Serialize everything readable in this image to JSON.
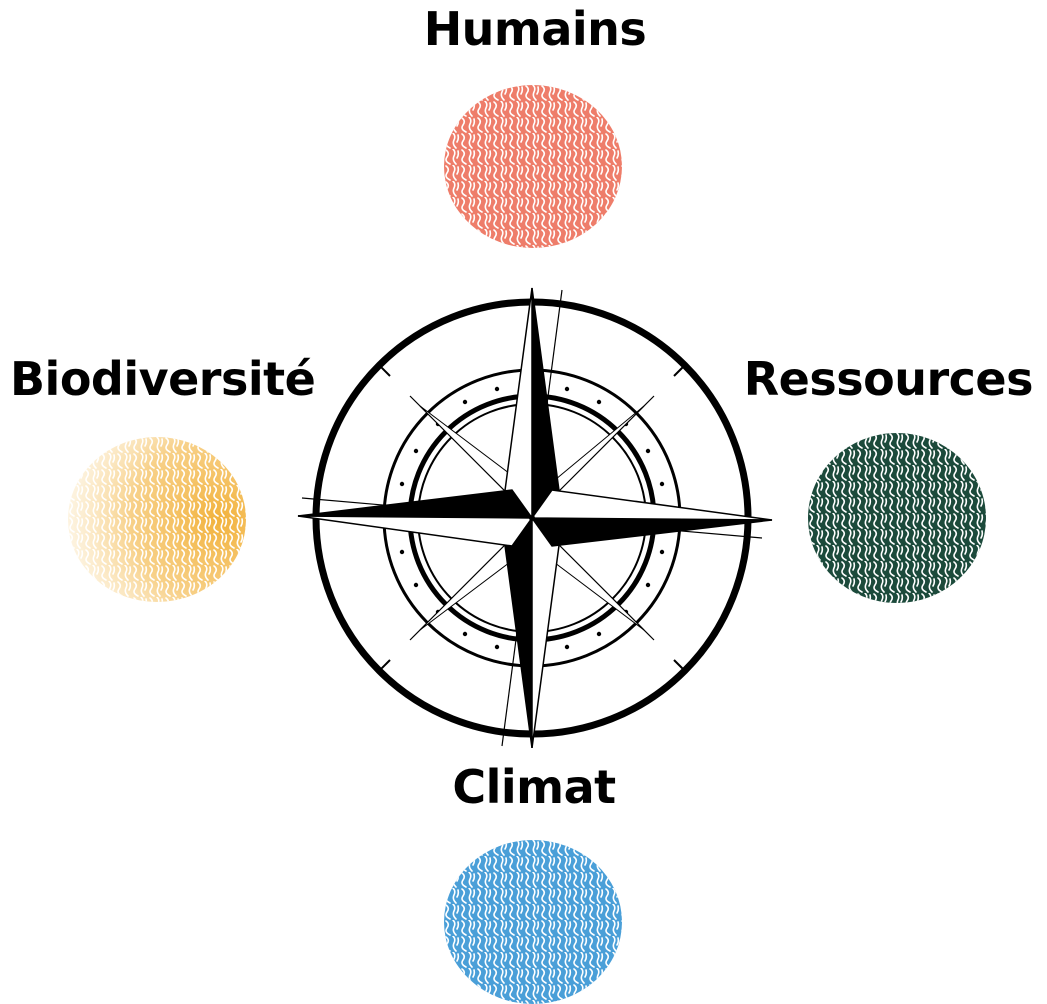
{
  "diagram": {
    "labels": {
      "north": "Humains",
      "east": "Ressources",
      "south": "Climat",
      "west": "Biodiversité"
    },
    "colors": {
      "humains": "#ee7d6a",
      "ressources": "#1c4a3b",
      "climat": "#4a9fd8",
      "biodiversite": "#f2b23c",
      "compass": "#000000"
    },
    "icons": {
      "center": "compass-rose-icon"
    }
  }
}
